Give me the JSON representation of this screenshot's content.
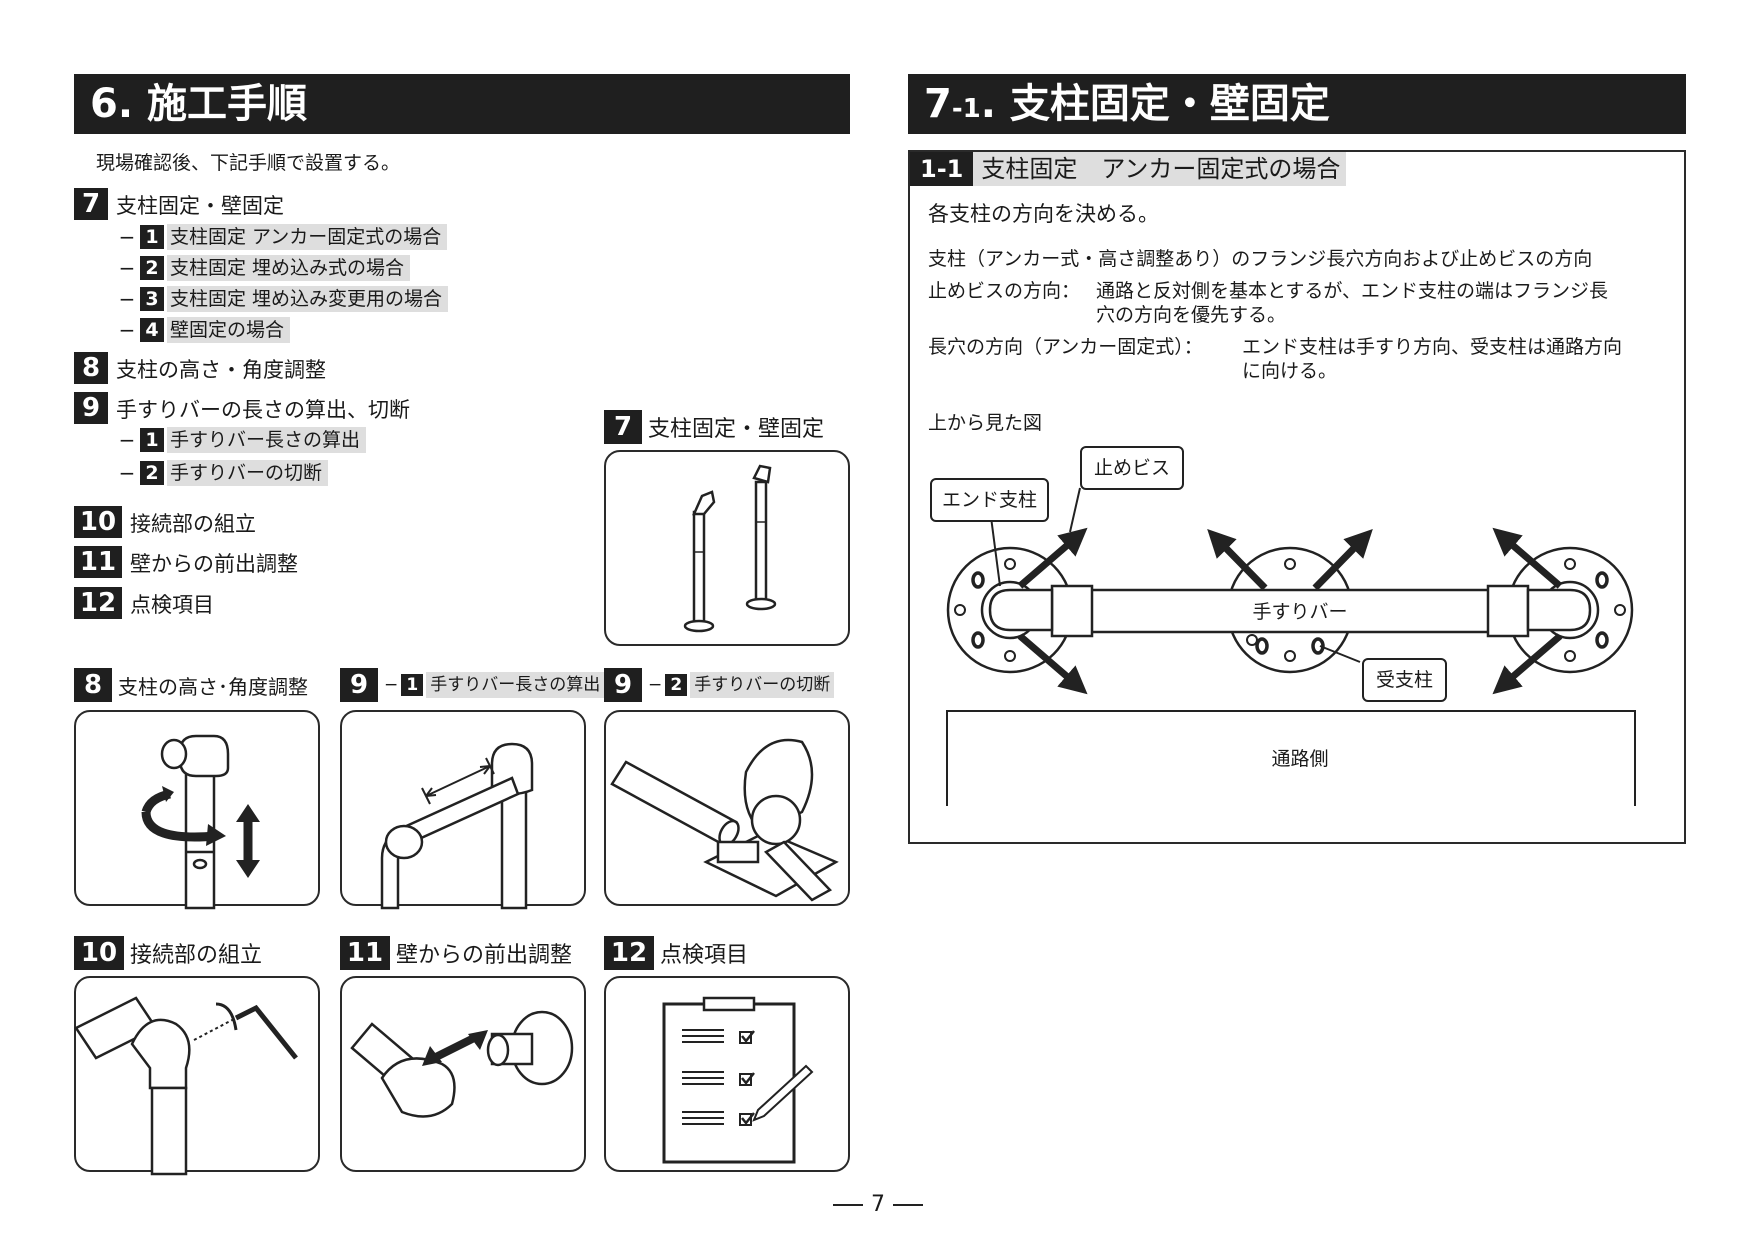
{
  "left": {
    "header": {
      "num": "6",
      "title": "施工手順"
    },
    "intro": "現場確認後、下記手順で設置する。",
    "toc": [
      {
        "num": "7",
        "label": "支柱固定・壁固定",
        "subs": [
          {
            "num": "1",
            "label": "支柱固定 アンカー固定式の場合"
          },
          {
            "num": "2",
            "label": "支柱固定 埋め込み式の場合"
          },
          {
            "num": "3",
            "label": "支柱固定 埋め込み変更用の場合"
          },
          {
            "num": "4",
            "label": "壁固定の場合"
          }
        ]
      },
      {
        "num": "8",
        "label": "支柱の高さ・角度調整"
      },
      {
        "num": "9",
        "label": "手すりバーの長さの算出、切断",
        "subs": [
          {
            "num": "1",
            "label": "手すりバー長さの算出"
          },
          {
            "num": "2",
            "label": "手すりバーの切断"
          }
        ]
      },
      {
        "num": "10",
        "label": "接続部の組立"
      },
      {
        "num": "11",
        "label": "壁からの前出調整"
      },
      {
        "num": "12",
        "label": "点検項目"
      }
    ],
    "figures": {
      "f7": {
        "num": "7",
        "label": "支柱固定・壁固定"
      },
      "f8": {
        "num": "8",
        "label": "支柱の高さ･角度調整"
      },
      "f9a": {
        "num": "9",
        "subnum": "1",
        "label": "手すりバー長さの算出"
      },
      "f9b": {
        "num": "9",
        "subnum": "2",
        "label": "手すりバーの切断"
      },
      "f10": {
        "num": "10",
        "label": "接続部の組立"
      },
      "f11": {
        "num": "11",
        "label": "壁からの前出調整"
      },
      "f12": {
        "num": "12",
        "label": "点検項目"
      }
    }
  },
  "right": {
    "header": {
      "num": "7",
      "subnum": "-1",
      "title": "支柱固定・壁固定"
    },
    "section": {
      "num": "1-1",
      "title": "支柱固定　アンカー固定式の場合"
    },
    "lead": "各支柱の方向を決める。",
    "desc1": "支柱（アンカー式・高さ調整あり）のフランジ長穴方向および止めビスの方向",
    "desc2_label": "止めビスの方向：",
    "desc2_line1": "通路と反対側を基本とするが、エンド支柱の端はフランジ長",
    "desc2_line2": "穴の方向を優先する。",
    "desc3_label": "長穴の方向（アンカー固定式）：",
    "desc3_line1": "エンド支柱は手すり方向、受支柱は通路方向",
    "desc3_line2": "に向ける。",
    "diagram": {
      "caption": "上から見た図",
      "callout_end": "エンド支柱",
      "callout_screw": "止めビス",
      "callout_receiver": "受支柱",
      "bar_label": "手すりバー",
      "aisle_label": "通路側"
    }
  },
  "page_number": "7"
}
